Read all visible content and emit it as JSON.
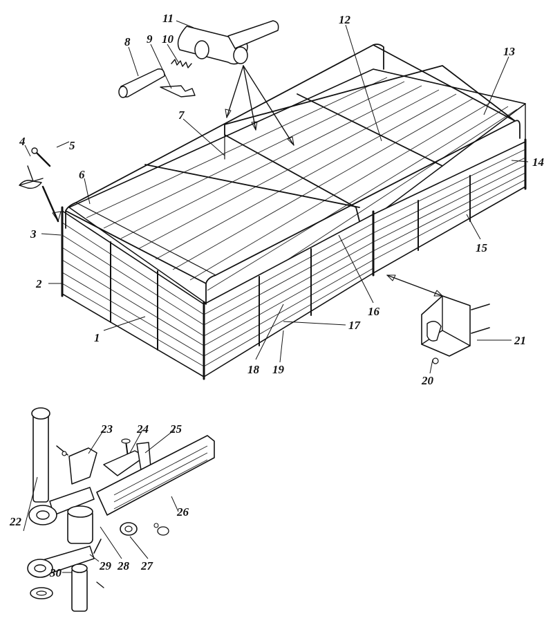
{
  "palette": {
    "ink": "#111111",
    "paper": "#ffffff"
  },
  "callouts": [
    {
      "label": "1"
    },
    {
      "label": "2"
    },
    {
      "label": "3"
    },
    {
      "label": "4"
    },
    {
      "label": "5"
    },
    {
      "label": "6"
    },
    {
      "label": "7"
    },
    {
      "label": "8"
    },
    {
      "label": "9"
    },
    {
      "label": "10"
    },
    {
      "label": "11"
    },
    {
      "label": "12"
    },
    {
      "label": "13"
    },
    {
      "label": "14"
    },
    {
      "label": "15"
    },
    {
      "label": "16"
    },
    {
      "label": "17"
    },
    {
      "label": "18"
    },
    {
      "label": "19"
    },
    {
      "label": "20"
    },
    {
      "label": "21"
    },
    {
      "label": "22"
    },
    {
      "label": "23"
    },
    {
      "label": "24"
    },
    {
      "label": "25"
    },
    {
      "label": "26"
    },
    {
      "label": "27"
    },
    {
      "label": "28"
    },
    {
      "label": "29"
    },
    {
      "label": "30"
    }
  ]
}
